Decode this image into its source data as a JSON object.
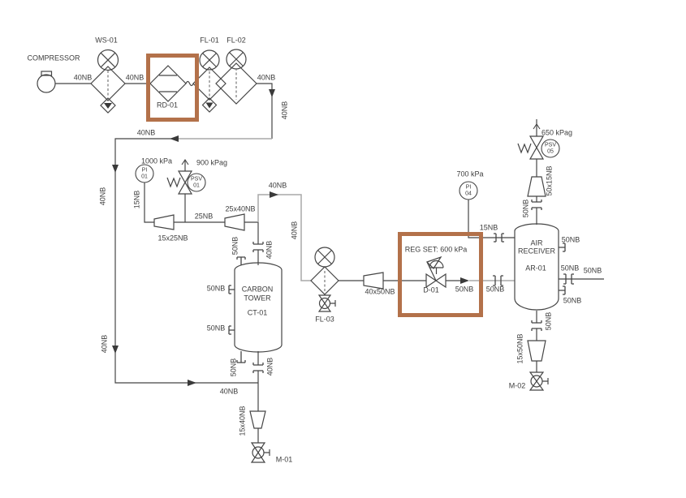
{
  "diagram_type": "P&ID compressed air system",
  "colors": {
    "highlight_box": "#b3714a",
    "pipe_line": "#454545",
    "highlighted_line": "#a8a8a8"
  },
  "equipment": {
    "compressor": "COMPRESSOR",
    "ws01": "WS-01",
    "rd01": "RD-01",
    "fl01": "FL-01",
    "fl02": "FL-02",
    "fl03": "FL-03",
    "d01": "D-01",
    "m01": "M-01",
    "m02": "M-02",
    "ct01": {
      "name_line1": "CARBON",
      "name_line2": "TOWER",
      "tag": "CT-01"
    },
    "ar01": {
      "name_line1": "AIR",
      "name_line2": "RECEIVER",
      "tag": "AR-01"
    }
  },
  "instruments": {
    "pi01": {
      "letters": "PI",
      "number": "01",
      "value": "1000 kPa"
    },
    "psv01": {
      "letters": "PSV",
      "number": "01",
      "value": "900 kPag"
    },
    "pi04": {
      "letters": "PI",
      "number": "04",
      "value": "700 kPa"
    },
    "psv05": {
      "letters": "PSV",
      "number": "05",
      "value": "650 kPag"
    },
    "regulator_setting": "REG SET: 600 kPa"
  },
  "pipe_sizes": {
    "nb15": "15NB",
    "nb25": "25NB",
    "nb40": "40NB",
    "nb50": "50NB"
  },
  "reducers": {
    "r15x25": "15x25NB",
    "r25x40": "25x40NB",
    "r40x50": "40x50NB",
    "r50x15": "50x15NB",
    "r15x50": "15x50NB",
    "r15x40": "15x40NB"
  }
}
